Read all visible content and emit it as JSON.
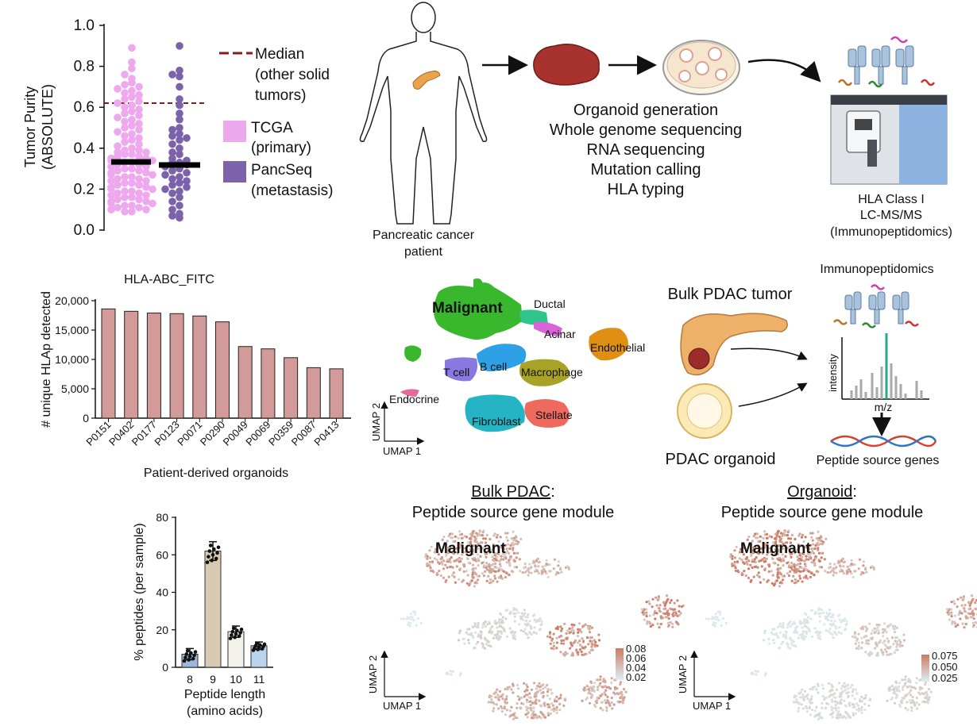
{
  "colors": {
    "tcga": "#eea9ee",
    "pancseq": "#7c62aa",
    "median": "#8b1a1a",
    "bar_hla": "#d29a98",
    "len8": "#9cb8d8",
    "len9": "#d8c9b2",
    "len10": "#f2f2ea",
    "len11": "#b9d4ec",
    "malignant": "#39b82e",
    "ductal": "#2fc48c",
    "acinar": "#d864d8",
    "endothelial": "#df8f12",
    "tcell": "#8878e0",
    "bcell": "#2ea0e6",
    "macrophage": "#a8a326",
    "endocrine": "#e8689b",
    "fibroblast": "#25b4c4",
    "stellate": "#ef6a5e",
    "module_high": "#cd7a62",
    "module_low": "#dceff2"
  },
  "panel_a": {
    "ylabel_line1": "Tumor Purity",
    "ylabel_line2": "(ABSOLUTE)",
    "legend": {
      "median_line1": "Median",
      "median_line2": "(other solid",
      "median_line3": "tumors)",
      "tcga_line1": "TCGA",
      "tcga_line2": "(primary)",
      "pancseq_line1": "PancSeq",
      "pancseq_line2": "(metastasis)"
    }
  },
  "schematic": {
    "patient_line1": "Pancreatic cancer",
    "patient_line2": "patient",
    "steps": [
      "Organoid generation",
      "Whole genome sequencing",
      "RNA sequencing",
      "Mutation calling",
      "HLA typing"
    ],
    "ms_line1": "HLA Class I",
    "ms_line2": "LC-MS/MS",
    "ms_line3": "(Immunopeptidomics)"
  },
  "umap_panel": {
    "malignant": "Malignant",
    "ductal": "Ductal",
    "acinar": "Acinar",
    "endothelial": "Endothelial",
    "tcell": "T cell",
    "bcell": "B cell",
    "macrophage": "Macrophage",
    "endocrine": "Endocrine",
    "fibroblast": "Fibroblast",
    "stellate": "Stellate",
    "axis_y": "UMAP 2",
    "axis_x": "UMAP 1"
  },
  "right_schematic": {
    "immunopeptidomics": "Immunopeptidomics",
    "bulk": "Bulk PDAC tumor",
    "organoid": "PDAC organoid",
    "intensity": "intensity",
    "mz": "m/z",
    "genes": "Peptide source genes"
  },
  "module_panels": {
    "bulk_title_u": "Bulk PDAC",
    "organoid_title_u": "Organoid",
    "colon": ":",
    "subtitle": "Peptide source gene module",
    "malignant": "Malignant",
    "bulk_scale": [
      "0.08",
      "0.06",
      "0.04",
      "0.02"
    ],
    "organoid_scale": [
      "0.075",
      "0.050",
      "0.025"
    ]
  },
  "chart_data": [
    {
      "type": "scatter",
      "ylabel": "Tumor Purity (ABSOLUTE)",
      "ylim": [
        0,
        1.0
      ],
      "yticks": [
        "0.0",
        "0.2",
        "0.4",
        "0.6",
        "0.8",
        "1.0"
      ],
      "median_reference": 0.62,
      "series": [
        {
          "name": "TCGA (primary)",
          "median": 0.335,
          "values": [
            0.89,
            0.82,
            0.79,
            0.76,
            0.74,
            0.72,
            0.71,
            0.7,
            0.69,
            0.68,
            0.67,
            0.66,
            0.65,
            0.64,
            0.63,
            0.62,
            0.61,
            0.6,
            0.59,
            0.58,
            0.57,
            0.56,
            0.55,
            0.54,
            0.53,
            0.52,
            0.51,
            0.5,
            0.49,
            0.48,
            0.47,
            0.46,
            0.45,
            0.44,
            0.43,
            0.42,
            0.41,
            0.4,
            0.39,
            0.39,
            0.38,
            0.38,
            0.37,
            0.37,
            0.36,
            0.36,
            0.35,
            0.35,
            0.34,
            0.34,
            0.33,
            0.33,
            0.32,
            0.32,
            0.31,
            0.31,
            0.3,
            0.3,
            0.29,
            0.29,
            0.28,
            0.28,
            0.27,
            0.27,
            0.26,
            0.26,
            0.25,
            0.25,
            0.24,
            0.24,
            0.23,
            0.23,
            0.22,
            0.22,
            0.21,
            0.21,
            0.2,
            0.2,
            0.19,
            0.19,
            0.18,
            0.18,
            0.17,
            0.17,
            0.16,
            0.16,
            0.15,
            0.15,
            0.14,
            0.14,
            0.13,
            0.13,
            0.12,
            0.12,
            0.11,
            0.11,
            0.1,
            0.1,
            0.09,
            0.09
          ]
        },
        {
          "name": "PancSeq (metastasis)",
          "median": 0.32,
          "values": [
            0.9,
            0.78,
            0.76,
            0.75,
            0.7,
            0.64,
            0.61,
            0.57,
            0.54,
            0.5,
            0.49,
            0.47,
            0.46,
            0.45,
            0.44,
            0.42,
            0.4,
            0.38,
            0.37,
            0.35,
            0.34,
            0.33,
            0.33,
            0.32,
            0.31,
            0.3,
            0.29,
            0.28,
            0.27,
            0.26,
            0.25,
            0.24,
            0.23,
            0.22,
            0.21,
            0.2,
            0.19,
            0.18,
            0.16,
            0.14,
            0.12,
            0.1,
            0.08,
            0.07,
            0.06
          ]
        }
      ]
    },
    {
      "type": "bar",
      "title": "HLA-ABC_FITC",
      "ylabel": "# unique HLAp detected",
      "xlabel": "Patient-derived organoids",
      "ylim": [
        0,
        20000
      ],
      "yticks": [
        "0",
        "5,000",
        "10,000",
        "15,000",
        "20,000"
      ],
      "categories": [
        "P0151",
        "P0402",
        "P0177",
        "P0123",
        "P0071",
        "P0290",
        "P0049",
        "P0069",
        "P0359",
        "P0087",
        "P0413"
      ],
      "values": [
        18600,
        18200,
        17900,
        17800,
        17400,
        16400,
        12200,
        11800,
        10300,
        8600,
        8400
      ]
    },
    {
      "type": "bar",
      "ylabel": "% peptides (per sample)",
      "xlabel": "Peptide length (amino acids)",
      "ylim": [
        0,
        80
      ],
      "yticks": [
        "0",
        "20",
        "40",
        "60",
        "80"
      ],
      "categories": [
        "8",
        "9",
        "10",
        "11"
      ],
      "values": [
        7,
        62,
        19,
        11.5
      ],
      "errors": [
        3,
        5,
        3,
        2
      ]
    }
  ]
}
